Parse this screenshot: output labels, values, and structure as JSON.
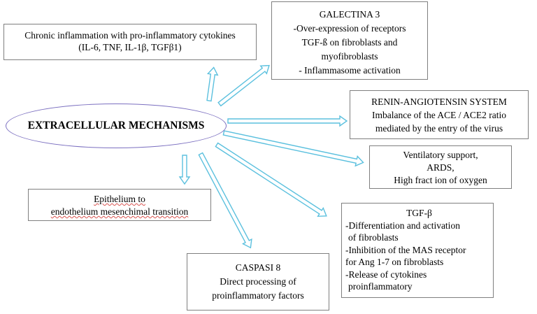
{
  "center": {
    "label": "EXTRACELLULAR MECHANISMS"
  },
  "boxes": {
    "chronic": {
      "lines": [
        "Chronic inflammation with pro-inflammatory cytokines",
        "(IL-6, TNF, IL-1β, TGFβ1)"
      ]
    },
    "galectina": {
      "lines": [
        "GALECTINA 3",
        "-Over-expression of receptors",
        "TGF-ß on fibroblasts and",
        "myofibroblasts",
        "- Inflammasome activation"
      ]
    },
    "renin": {
      "lines": [
        "RENIN-ANGIOTENSIN SYSTEM",
        "Imbalance of the ACE / ACE2 ratio",
        "mediated by the entry of the virus"
      ]
    },
    "ventilatory": {
      "lines": [
        "Ventilatory support,",
        "ARDS,",
        "High fract ion of oxygen"
      ]
    },
    "epithelium": {
      "lines": [
        "Epithelium to",
        "endothelium mesenchimal transition"
      ]
    },
    "tgfb": {
      "title": "TGF-β",
      "lines": [
        "-Differentiation and activation",
        "of fibroblasts",
        "-Inhibition of the MAS receptor",
        "for Ang 1-7 on fibroblasts",
        "-Release of cytokines",
        "proinflammatory"
      ]
    },
    "caspasi": {
      "lines": [
        "CASPASI 8",
        "Direct processing of",
        "proinflammatory factors"
      ]
    }
  },
  "colors": {
    "arrow": "#5bc0de",
    "ellipse_border": "#7b6fc0",
    "box_border": "#7f7f7f"
  }
}
